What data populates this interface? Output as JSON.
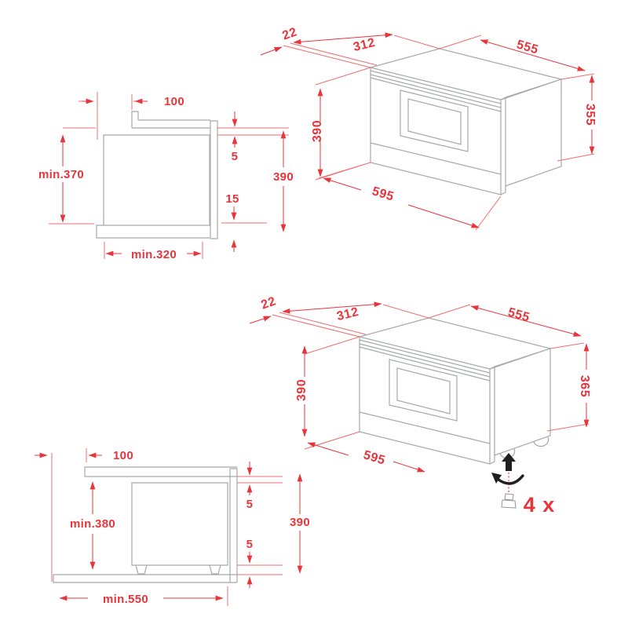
{
  "colors": {
    "dimension_red": "#e8353b",
    "drawing_gray": "#a6a8aa",
    "arrow_black": "#1f1f1f",
    "background": "#ffffff"
  },
  "sections": {
    "top_niche": {
      "overhang": "100",
      "top_clearance": "5",
      "bottom_clearance": "15",
      "height": "min.370",
      "total_height": "390",
      "width": "min.320"
    },
    "top_product": {
      "setback": "22",
      "depth": "312",
      "width": "555",
      "front_height": "390",
      "body_height": "355",
      "front_width": "595"
    },
    "bottom_niche": {
      "overhang": "100",
      "top_clearance": "5",
      "bottom_clearance": "5",
      "height": "min.380",
      "total_height": "390",
      "width": "min.550"
    },
    "bottom_product": {
      "setback": "22",
      "depth": "312",
      "width": "555",
      "front_height": "390",
      "body_height": "365",
      "front_width": "595",
      "feet_quantity": "4 x"
    }
  }
}
